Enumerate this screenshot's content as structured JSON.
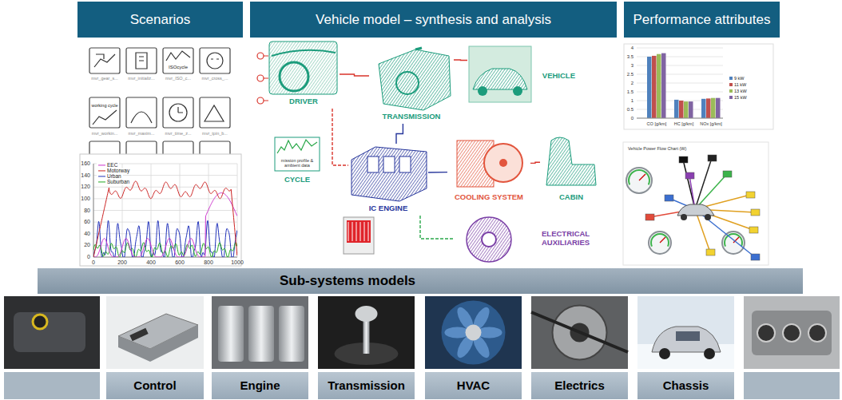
{
  "diagram": {
    "nodes": [
      {
        "text": [
          "Scenarios"
        ]
      },
      {
        "text": [
          "Vehicle model – synthesis and analysis"
        ]
      },
      {
        "text": [
          "Performance attributes"
        ]
      },
      {
        "text": [
          "DRIVER"
        ]
      },
      {
        "text": [
          "TRANSMISSION"
        ]
      },
      {
        "text": [
          "VEHICLE"
        ]
      },
      {
        "text": [
          "CYCLE"
        ]
      },
      {
        "text": [
          "IC ENGINE"
        ]
      },
      {
        "text": [
          "COOLING SYSTEM"
        ]
      },
      {
        "text": [
          "CABIN"
        ]
      },
      {
        "text": [
          "ELECTRICAL AUXILIARIES"
        ]
      },
      {
        "text": [
          "Sub-systems models"
        ]
      },
      {
        "text": [
          "Control"
        ]
      },
      {
        "text": [
          "Engine"
        ]
      },
      {
        "text": [
          "Transmission"
        ]
      },
      {
        "text": [
          "HVAC"
        ]
      },
      {
        "text": [
          "Electrics"
        ]
      },
      {
        "text": [
          "Chassis"
        ]
      }
    ],
    "edges": [
      {
        "from": 3,
        "to": 4,
        "arrow": "none"
      },
      {
        "from": 4,
        "to": 5,
        "arrow": "none"
      },
      {
        "from": 7,
        "to": 4,
        "arrow": "none"
      },
      {
        "from": 3,
        "to": 7,
        "arrow": "none"
      },
      {
        "from": 7,
        "to": 8,
        "arrow": "none"
      },
      {
        "from": 8,
        "to": 9,
        "arrow": "none"
      },
      {
        "from": 7,
        "to": 10,
        "arrow": "none"
      }
    ],
    "labels": [
      "mvr_gear_s...",
      "mvr_initializ...",
      "mvr_ISO_c...",
      "mvr_cross_...",
      "mvr_workin...",
      "mvr_maxim...",
      "mvr_time_z...",
      "mvr_tpin_b...",
      "ISOcycle",
      "working cycle",
      "0",
      "20",
      "40",
      "60",
      "80",
      "100",
      "120",
      "140",
      "160",
      "0",
      "200",
      "400",
      "600",
      "800",
      "1000",
      "mission profile & ambient data",
      "0",
      "0.5",
      "1",
      "1.5",
      "2",
      "2.5",
      "3",
      "3.5",
      "4",
      "CO [g/km]",
      "HC [g/km]",
      "NOx [g/km]",
      "Vehicle Power Flow Chart (W)"
    ],
    "legend": [
      {
        "text": "EEC"
      },
      {
        "text": "Motorway"
      },
      {
        "text": "Urban"
      },
      {
        "text": "Suburban"
      },
      {
        "text": "9 kW",
        "color": "#4f81bd"
      },
      {
        "text": "11 kW",
        "color": "#c0504d"
      },
      {
        "text": "13 kW",
        "color": "#9bbb59"
      },
      {
        "text": "15 kW",
        "color": "#8064a2"
      }
    ]
  }
}
